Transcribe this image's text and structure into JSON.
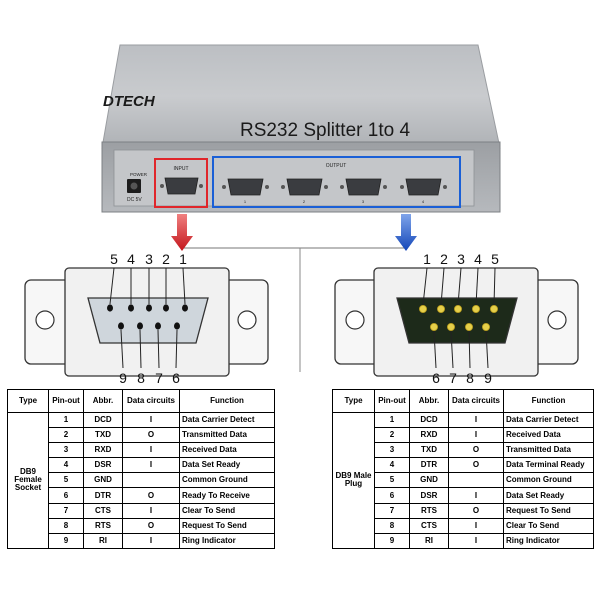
{
  "device": {
    "brand": "DTECH",
    "title": "RS232  Splitter 1to 4",
    "power_label": "POWER",
    "dc_label": "DC 5V",
    "input_label": "INPUT",
    "output_label": "OUTPUT",
    "output_ports": [
      "1",
      "2",
      "3",
      "4"
    ]
  },
  "colors": {
    "input_highlight": "#e0262b",
    "output_highlight": "#1a5fd6",
    "male_pin_face": "#1d2a1a",
    "male_pin": "#e6cf4a"
  },
  "female_connector": {
    "top_numbers": [
      "5",
      "4",
      "3",
      "2",
      "1"
    ],
    "bottom_numbers": [
      "9",
      "8",
      "7",
      "6"
    ]
  },
  "male_connector": {
    "top_numbers": [
      "1",
      "2",
      "3",
      "4",
      "5"
    ],
    "bottom_numbers": [
      "6",
      "7",
      "8",
      "9"
    ]
  },
  "female_table": {
    "headers": [
      "Type",
      "Pin-out",
      "Abbr.",
      "Data circuits",
      "Function"
    ],
    "type_label": "DB9 Female Socket",
    "rows": [
      [
        "1",
        "DCD",
        "I",
        "Data Carrier Detect"
      ],
      [
        "2",
        "TXD",
        "O",
        "Transmitted Data"
      ],
      [
        "3",
        "RXD",
        "I",
        "Received Data"
      ],
      [
        "4",
        "DSR",
        "I",
        "Data Set Ready"
      ],
      [
        "5",
        "GND",
        "",
        "Common Ground"
      ],
      [
        "6",
        "DTR",
        "O",
        "Ready To Receive"
      ],
      [
        "7",
        "CTS",
        "I",
        "Clear To Send"
      ],
      [
        "8",
        "RTS",
        "O",
        "Request To Send"
      ],
      [
        "9",
        "RI",
        "I",
        "Ring Indicator"
      ]
    ]
  },
  "male_table": {
    "headers": [
      "Type",
      "Pin-out",
      "Abbr.",
      "Data circuits",
      "Function"
    ],
    "type_label": "DB9 Male Plug",
    "rows": [
      [
        "1",
        "DCD",
        "I",
        "Data Carrier Detect"
      ],
      [
        "2",
        "RXD",
        "I",
        "Received Data"
      ],
      [
        "3",
        "TXD",
        "O",
        "Transmitted Data"
      ],
      [
        "4",
        "DTR",
        "O",
        "Data Terminal Ready"
      ],
      [
        "5",
        "GND",
        "",
        "Common Ground"
      ],
      [
        "6",
        "DSR",
        "I",
        "Data Set Ready"
      ],
      [
        "7",
        "RTS",
        "O",
        "Request To Send"
      ],
      [
        "8",
        "CTS",
        "I",
        "Clear To Send"
      ],
      [
        "9",
        "RI",
        "I",
        "Ring Indicator"
      ]
    ]
  }
}
